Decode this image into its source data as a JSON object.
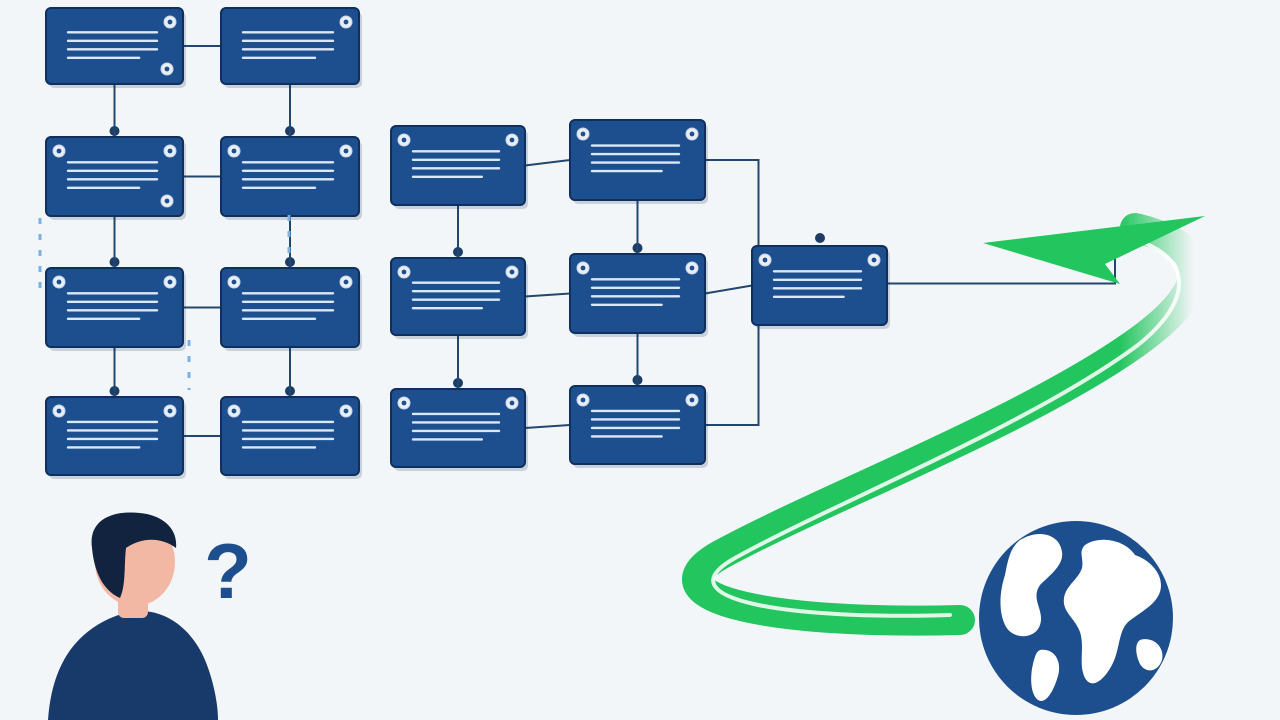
{
  "diagram": {
    "background": "#f3f6f9",
    "node_color": "#1d4f8f",
    "node_border": "#0f2f5c",
    "connector_color": "#21466f",
    "arrow_color": "#22c55e",
    "globe_ocean": "#1d4f8f",
    "globe_land": "#ffffff",
    "person_shirt": "#173a6b",
    "person_hair": "#12233f",
    "person_skin": "#f3b8a4",
    "question_color": "#1d4f8f",
    "nodes": [
      {
        "id": "n1",
        "lines": 4,
        "badges": [
          "br",
          "tr"
        ]
      },
      {
        "id": "n2",
        "lines": 4,
        "badges": [
          "tr"
        ]
      },
      {
        "id": "n3",
        "lines": 4,
        "badges": [
          "tl",
          "tr",
          "br"
        ]
      },
      {
        "id": "n4",
        "lines": 4,
        "badges": [
          "tl",
          "tr"
        ]
      },
      {
        "id": "n5",
        "lines": 4,
        "badges": [
          "tl",
          "tr"
        ]
      },
      {
        "id": "n6",
        "lines": 4,
        "badges": [
          "tl",
          "tr"
        ]
      },
      {
        "id": "n7",
        "lines": 4,
        "badges": [
          "tl",
          "tr"
        ]
      },
      {
        "id": "n8",
        "lines": 4,
        "badges": [
          "tl",
          "tr"
        ]
      },
      {
        "id": "n9",
        "lines": 4,
        "badges": [
          "tl",
          "tr"
        ]
      },
      {
        "id": "n10",
        "lines": 4,
        "badges": [
          "tl",
          "tr"
        ]
      },
      {
        "id": "n11",
        "lines": 4,
        "badges": [
          "tl",
          "tr"
        ]
      },
      {
        "id": "n12",
        "lines": 4,
        "badges": [
          "tl",
          "tr"
        ]
      },
      {
        "id": "n13",
        "lines": 4,
        "badges": [
          "tl",
          "tr"
        ]
      },
      {
        "id": "n14",
        "lines": 4,
        "badges": [
          "tl",
          "tr"
        ]
      },
      {
        "id": "n15",
        "lines": 4,
        "badges": [
          "tl",
          "tr"
        ]
      }
    ],
    "edges": [
      [
        "n1",
        "n2"
      ],
      [
        "n1",
        "n3"
      ],
      [
        "n2",
        "n4"
      ],
      [
        "n3",
        "n4"
      ],
      [
        "n3",
        "n5"
      ],
      [
        "n4",
        "n6"
      ],
      [
        "n5",
        "n6"
      ],
      [
        "n5",
        "n7"
      ],
      [
        "n6",
        "n8"
      ],
      [
        "n7",
        "n8"
      ],
      [
        "n9",
        "n10"
      ],
      [
        "n9",
        "n11"
      ],
      [
        "n10",
        "n12"
      ],
      [
        "n11",
        "n12"
      ],
      [
        "n11",
        "n13"
      ],
      [
        "n12",
        "n14"
      ],
      [
        "n13",
        "n14"
      ],
      [
        "n10",
        "n15"
      ],
      [
        "n12",
        "n15"
      ],
      [
        "n14",
        "n15"
      ]
    ],
    "question_glyph": "?"
  }
}
